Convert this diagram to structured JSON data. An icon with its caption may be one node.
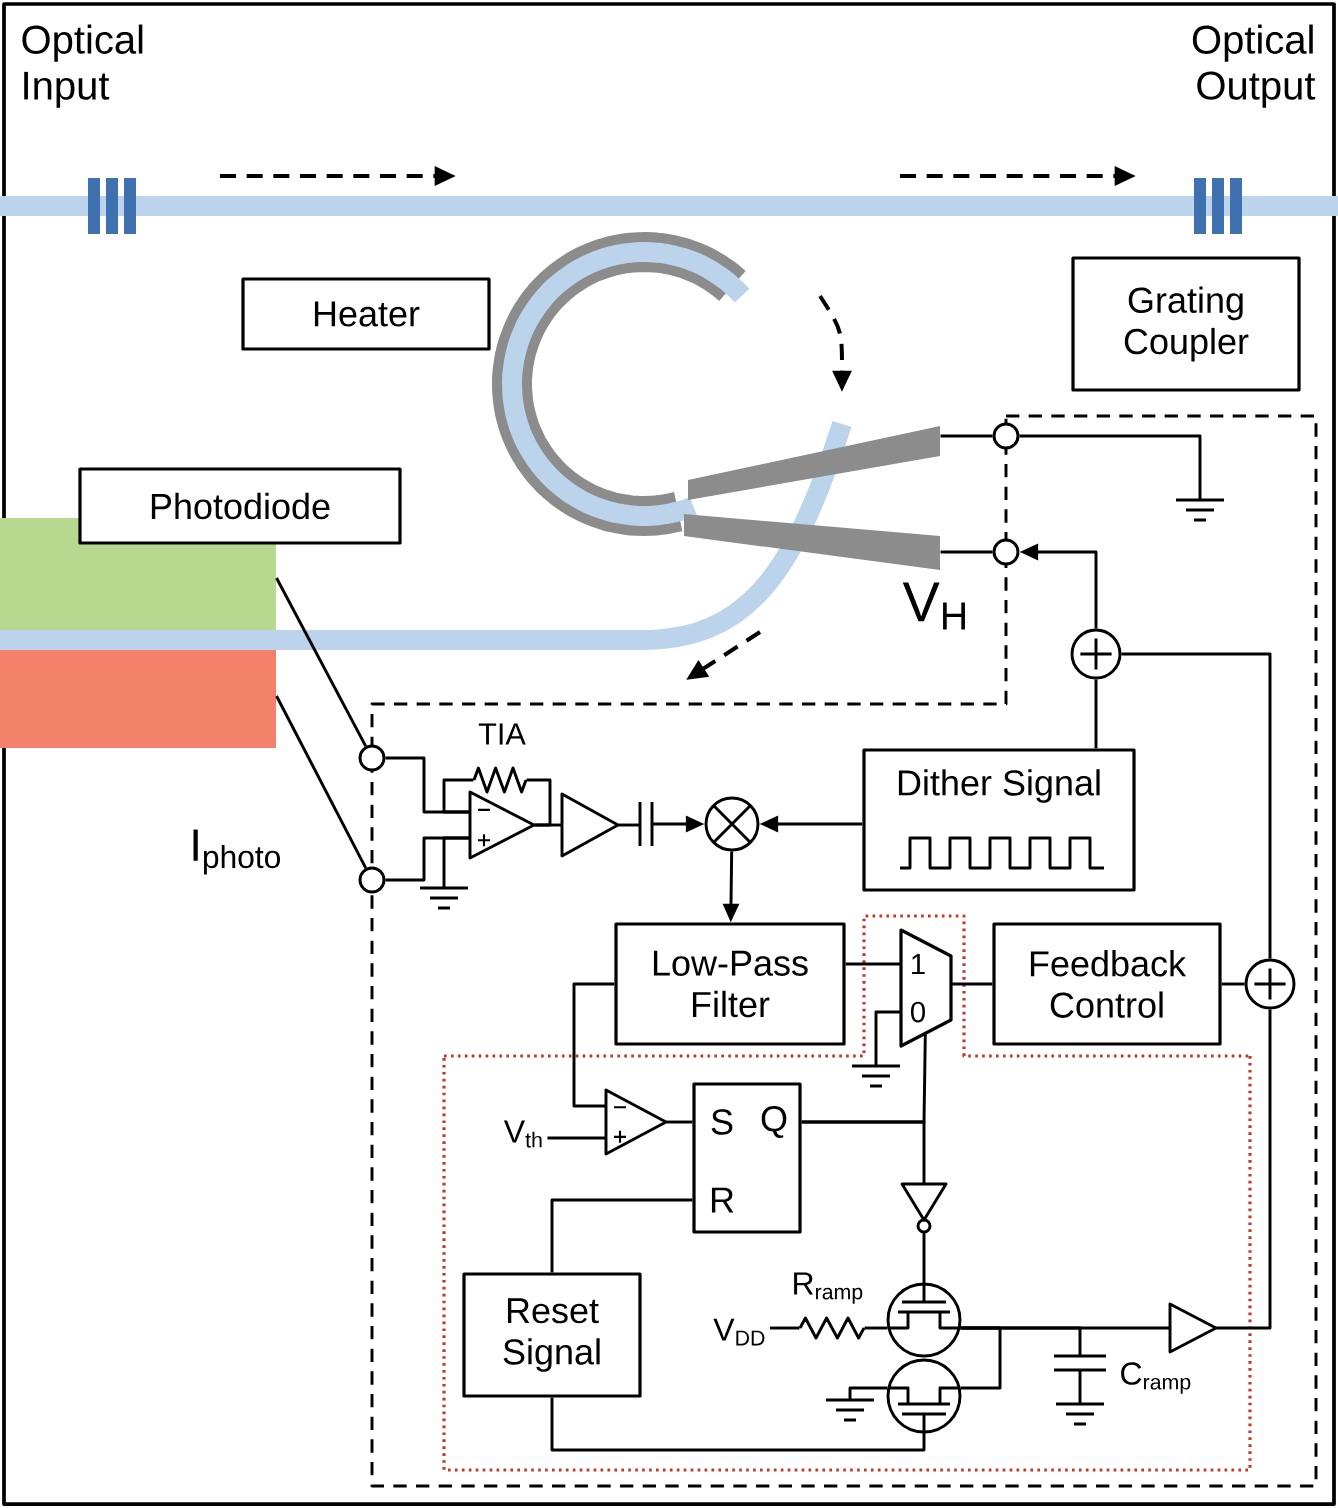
{
  "diagram": {
    "nodes": [
      {
        "text": [
          "Heater"
        ]
      },
      {
        "text": [
          "Grating Coupler"
        ]
      },
      {
        "text": [
          "Photodiode"
        ]
      },
      {
        "text": [],
        "shape": "box"
      },
      {
        "text": [],
        "shape": "box"
      },
      {
        "text": [],
        "shape": "circle"
      },
      {
        "text": [],
        "shape": "circle"
      },
      {
        "text": [],
        "shape": "circle"
      },
      {
        "text": [],
        "shape": "circle"
      },
      {
        "text": [],
        "shape": "circle"
      },
      {
        "text": [
          "Dither Signal"
        ]
      },
      {
        "text": [],
        "shape": "circle"
      },
      {
        "text": [
          "Low-Pass Filter"
        ]
      },
      {
        "text": [
          "1",
          "0"
        ]
      },
      {
        "text": [
          "Feedback Control"
        ]
      },
      {
        "text": [],
        "shape": "circle"
      },
      {
        "text": [
          "S",
          "Q",
          "R"
        ]
      },
      {
        "text": [
          "Reset Signal"
        ]
      },
      {
        "text": [],
        "shape": "bar"
      },
      {
        "text": [],
        "shape": "bar"
      },
      {
        "text": [],
        "shape": "ground"
      },
      {
        "text": [],
        "shape": "triangle"
      },
      {
        "text": [],
        "shape": "resistor"
      },
      {
        "text": [],
        "shape": "ground"
      },
      {
        "text": [],
        "shape": "triangle"
      },
      {
        "text": [],
        "shape": "capacitor"
      },
      {
        "text": [],
        "shape": "triangle"
      },
      {
        "text": [],
        "shape": "ground"
      },
      {
        "text": [],
        "shape": "triangle"
      },
      {
        "text": [],
        "shape": "transistor"
      },
      {
        "text": [],
        "shape": "transistor"
      },
      {
        "text": [],
        "shape": "resistor"
      },
      {
        "text": [],
        "shape": "ground"
      },
      {
        "text": [],
        "shape": "capacitor"
      },
      {
        "text": [],
        "shape": "ground"
      },
      {
        "text": [],
        "shape": "triangle"
      },
      {
        "text": [
          "V$_{th}$"
        ]
      },
      {
        "text": [
          "V$_{DD}$"
        ]
      }
    ],
    "edges": [
      {
        "from": 3,
        "to": 8,
        "arrow": "none"
      },
      {
        "from": 4,
        "to": 9,
        "arrow": "none"
      },
      {
        "from": 7,
        "to": 6,
        "arrow": "to"
      },
      {
        "from": 10,
        "to": 7,
        "arrow": "none"
      },
      {
        "from": 10,
        "to": 11,
        "arrow": "to"
      },
      {
        "from": 11,
        "to": 12,
        "arrow": "to"
      },
      {
        "from": 12,
        "to": 13,
        "arrow": "none"
      },
      {
        "from": 13,
        "to": 14,
        "arrow": "none"
      },
      {
        "from": 14,
        "to": 15,
        "arrow": "none"
      },
      {
        "from": 15,
        "to": 7,
        "arrow": "none"
      },
      {
        "from": 17,
        "to": 16,
        "arrow": "none"
      },
      {
        "from": 16,
        "to": 13,
        "arrow": "none"
      },
      {
        "from": 25,
        "to": 11,
        "arrow": "to"
      },
      {
        "from": 18,
        "to": 5,
        "arrow": "none"
      },
      {
        "from": 19,
        "to": 6,
        "arrow": "none"
      },
      {
        "from": 5,
        "to": 20,
        "arrow": "none"
      },
      {
        "from": 8,
        "to": 21,
        "arrow": "none"
      },
      {
        "from": 9,
        "to": 21,
        "arrow": "none"
      },
      {
        "from": 22,
        "to": 21,
        "arrow": "none"
      },
      {
        "from": 22,
        "to": 21,
        "arrow": "none"
      },
      {
        "from": 21,
        "to": 23,
        "arrow": "none"
      },
      {
        "from": 21,
        "to": 24,
        "arrow": "none"
      },
      {
        "from": 24,
        "to": 25,
        "arrow": "none"
      },
      {
        "from": 12,
        "to": 26,
        "arrow": "none"
      },
      {
        "from": 36,
        "to": 26,
        "arrow": "none"
      },
      {
        "from": 26,
        "to": 16,
        "arrow": "none"
      },
      {
        "from": 13,
        "to": 27,
        "arrow": "none"
      },
      {
        "from": 16,
        "to": 28,
        "arrow": "none"
      },
      {
        "from": 28,
        "to": 29,
        "arrow": "none"
      },
      {
        "from": 37,
        "to": 31,
        "arrow": "none"
      },
      {
        "from": 31,
        "to": 29,
        "arrow": "none"
      },
      {
        "from": 29,
        "to": 35,
        "arrow": "none"
      },
      {
        "from": 30,
        "to": 29,
        "arrow": "none"
      },
      {
        "from": 29,
        "to": 33,
        "arrow": "none"
      },
      {
        "from": 33,
        "to": 34,
        "arrow": "none"
      },
      {
        "from": 30,
        "to": 32,
        "arrow": "none"
      },
      {
        "from": 17,
        "to": 30,
        "arrow": "none"
      },
      {
        "from": 35,
        "to": 15,
        "arrow": "none"
      }
    ],
    "labels": [
      "Optical Input",
      "Optical Output",
      "V$_{H}$",
      "I$_{photo}$",
      "TIA",
      "R$_{ramp}$",
      "C$_{ramp}$"
    ]
  }
}
